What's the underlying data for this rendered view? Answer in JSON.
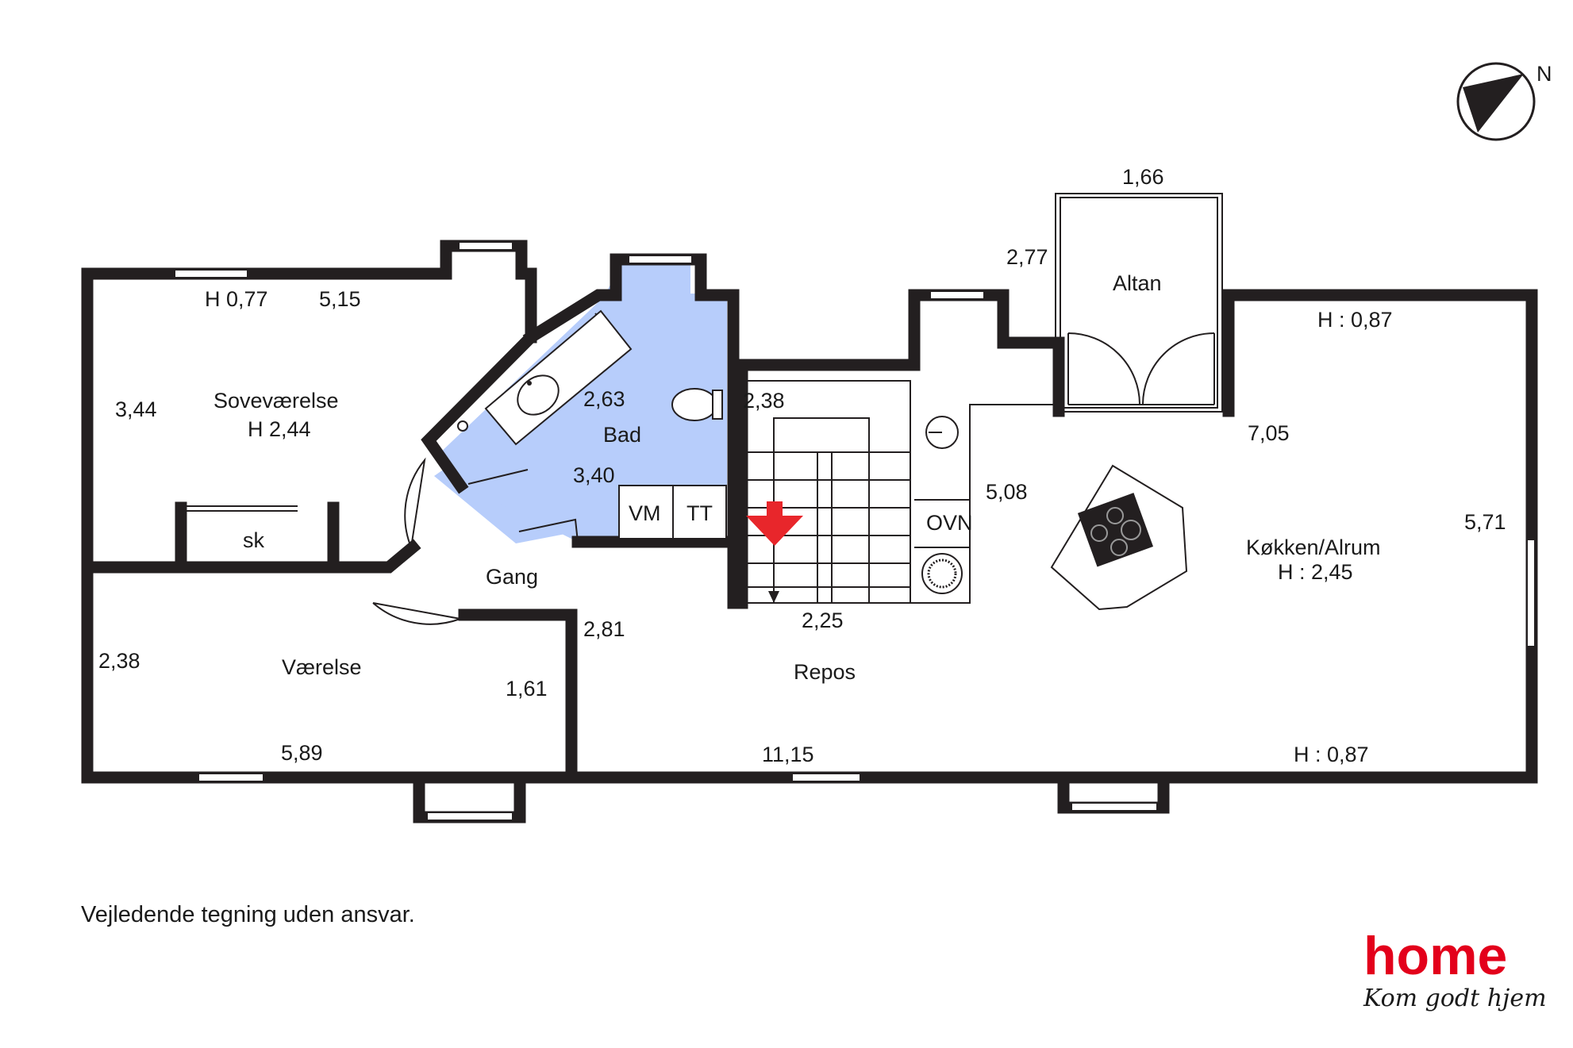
{
  "colors": {
    "wall": "#231f20",
    "bath": "#b7cdfb",
    "brand": "#e3001b",
    "arrow": "#e8262b"
  },
  "compass": {
    "letter": "N"
  },
  "rooms": {
    "sovevaerelse": {
      "name": "Soveværelse",
      "height": "H 2,44",
      "window_height": "H 0,77",
      "width": "5,15",
      "depth": "3,44"
    },
    "skab": {
      "name": "sk"
    },
    "bad": {
      "name": "Bad",
      "dim_a": "2,63",
      "dim_b": "3,40",
      "vm": "VM",
      "tt": "TT"
    },
    "trappe": {
      "dim_top": "2,38",
      "dim_bottom": "2,25"
    },
    "gang": {
      "name": "Gang"
    },
    "vaerelse": {
      "name": "Værelse",
      "depth": "2,38",
      "width": "5,89",
      "dim_side": "1,61"
    },
    "repos": {
      "name": "Repos",
      "dim": "2,81",
      "width": "11,15"
    },
    "altan": {
      "name": "Altan",
      "width": "1,66",
      "depth": "2,77"
    },
    "koekken": {
      "name": "Køkken/Alrum",
      "height": "H : 2,45",
      "h_top": "H : 0,87",
      "h_bottom": "H : 0,87",
      "dim_a": "7,05",
      "dim_b": "5,08",
      "depth": "5,71",
      "oven": "OVN"
    }
  },
  "footer": {
    "disclaimer": "Vejledende tegning uden ansvar."
  },
  "logo": {
    "brand": "home",
    "tagline": "Kom godt hjem"
  }
}
